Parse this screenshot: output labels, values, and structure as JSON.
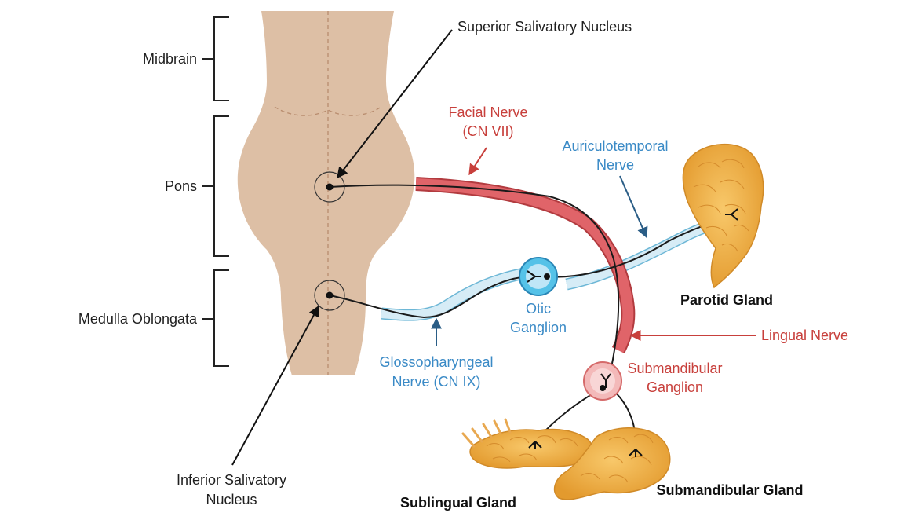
{
  "brainstem": {
    "midbrain": "Midbrain",
    "pons": "Pons",
    "medulla": "Medulla Oblongata"
  },
  "nuclei": {
    "superior": "Superior Salivatory Nucleus",
    "inferior_line1": "Inferior Salivatory",
    "inferior_line2": "Nucleus"
  },
  "nerves": {
    "facial_line1": "Facial Nerve",
    "facial_line2": "(CN VII)",
    "auriculotemporal_line1": "Auriculotemporal",
    "auriculotemporal_line2": "Nerve",
    "glosso_line1": "Glossopharyngeal",
    "glosso_line2": "Nerve (CN IX)",
    "lingual": "Lingual Nerve"
  },
  "ganglia": {
    "otic_line1": "Otic",
    "otic_line2": "Ganglion",
    "submandibular_line1": "Submandibular",
    "submandibular_line2": "Ganglion"
  },
  "glands": {
    "parotid": "Parotid Gland",
    "sublingual": "Sublingual Gland",
    "submandibular": "Submandibular Gland"
  },
  "colors": {
    "brainstem_fill": "#ddbfa5",
    "facial_nerve": "#d95358",
    "glosso_nerve": "#cfe8f3",
    "otic_ganglion": "#55c2e8",
    "submandibular_ganglion": "#f3b9b9",
    "gland_fill": "#f2b24c",
    "red_label": "#c8403c",
    "blue_label": "#3a8ac6",
    "arrow_blue": "#2a5d86"
  }
}
